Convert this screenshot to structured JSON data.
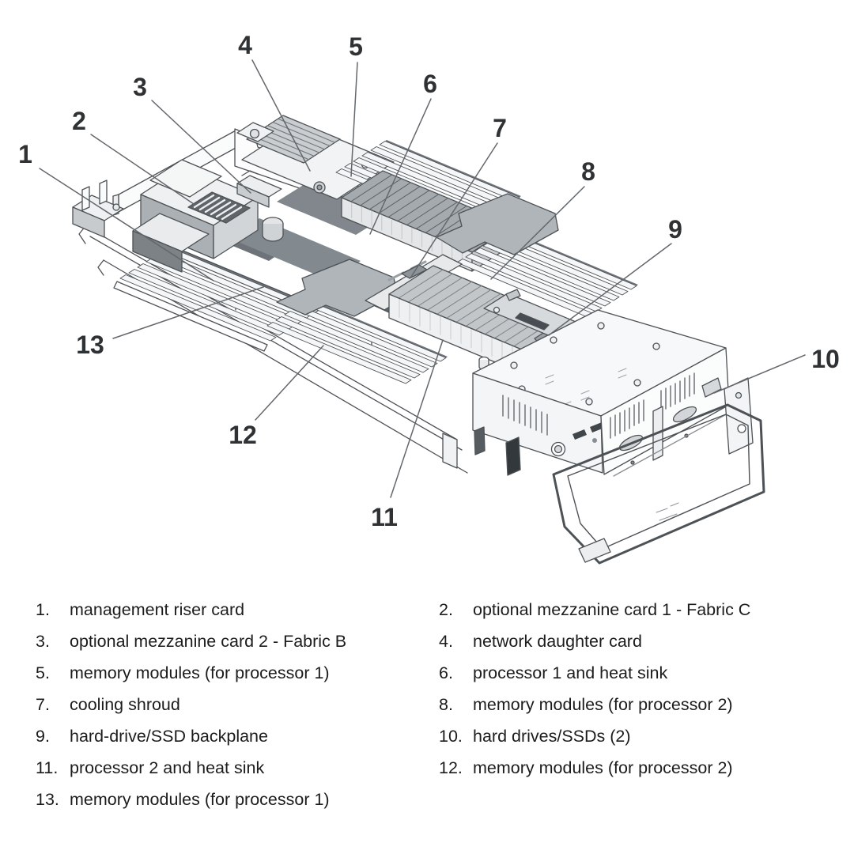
{
  "colors": {
    "background": "#ffffff",
    "line": "#4d5256",
    "ink": "#2f3234",
    "legend_ink": "#1c1c1c",
    "fill_light": "#f3f4f6",
    "fill_mid": "#c3c7ca",
    "fill_dark": "#878d91",
    "shroud_gray": "#b0b5b9"
  },
  "diagram": {
    "description": "exploded top view of blade server sled with numbered callouts",
    "callouts": [
      "1",
      "2",
      "3",
      "4",
      "5",
      "6",
      "7",
      "8",
      "9",
      "10",
      "11",
      "12",
      "13"
    ]
  },
  "legend": {
    "items": [
      {
        "num": "1.",
        "label": "management riser card"
      },
      {
        "num": "2.",
        "label": "optional mezzanine card 1 - Fabric C"
      },
      {
        "num": "3.",
        "label": "optional mezzanine card 2 - Fabric B"
      },
      {
        "num": "4.",
        "label": "network daughter card"
      },
      {
        "num": "5.",
        "label": "memory modules (for processor 1)"
      },
      {
        "num": "6.",
        "label": "processor 1 and heat sink"
      },
      {
        "num": "7.",
        "label": "cooling shroud"
      },
      {
        "num": "8.",
        "label": "memory modules (for processor 2)"
      },
      {
        "num": "9.",
        "label": "hard-drive/SSD backplane"
      },
      {
        "num": "10.",
        "label": "hard drives/SSDs (2)"
      },
      {
        "num": "11.",
        "label": "processor 2 and heat sink"
      },
      {
        "num": "12.",
        "label": "memory modules (for processor 2)"
      },
      {
        "num": "13.",
        "label": "memory modules (for processor 1)"
      }
    ]
  }
}
